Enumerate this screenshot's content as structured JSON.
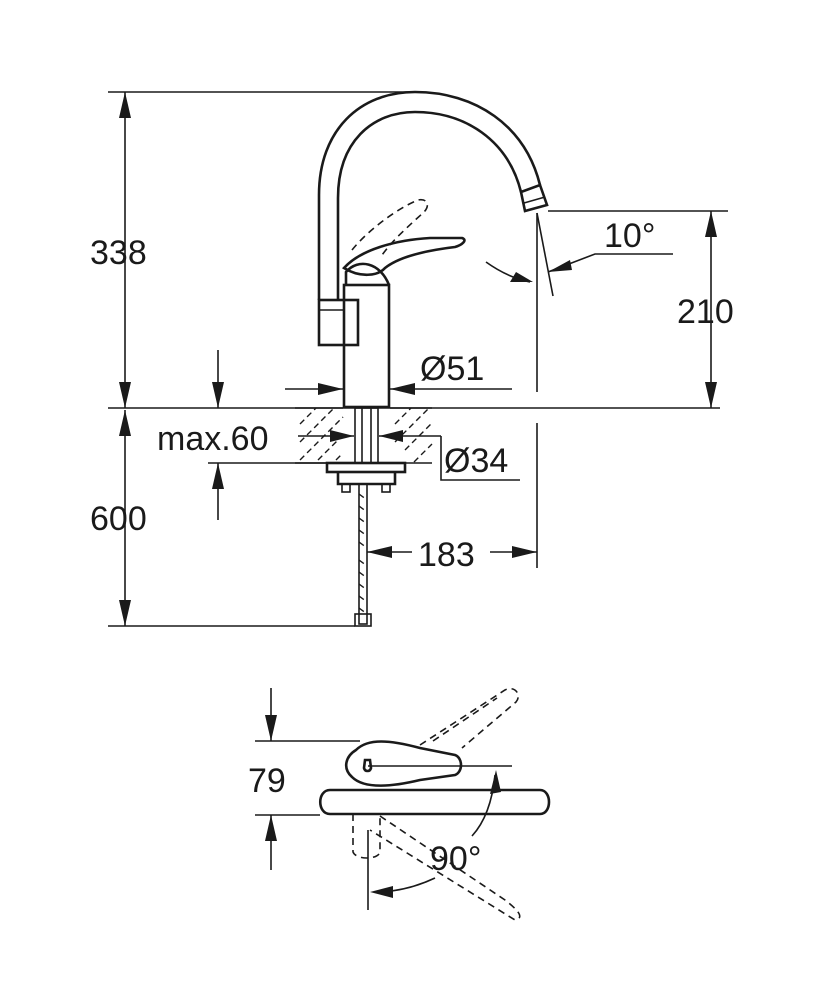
{
  "dimensions": {
    "total_height": "338",
    "spout_height": "210",
    "spout_angle": "10°",
    "body_diameter": "Ø51",
    "mount_thickness": "max.60",
    "hole_diameter": "Ø34",
    "hose_length": "600",
    "spout_reach": "183",
    "lever_height": "79",
    "lever_rotation": "90°"
  },
  "colors": {
    "line": "#1a1a1a",
    "background": "#ffffff"
  }
}
